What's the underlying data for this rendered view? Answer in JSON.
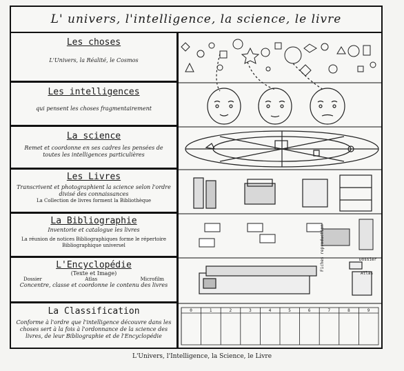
{
  "title": "L' univers, l'intelligence, la science, le livre",
  "sections": [
    {
      "heading": "Les choses",
      "text": "L'Univers, la Réalité, le Cosmos",
      "note": ""
    },
    {
      "heading": "Les intelligences",
      "text": "qui pensent les choses fragmentairement",
      "note": ""
    },
    {
      "heading": "La science",
      "text": "Remet et coordonne en ses cadres les pensées de toutes les intelligences particulières",
      "note": ""
    },
    {
      "heading": "Les Livres",
      "text": "Transcrivent et photographient la science selon l'ordre divisé des connaissances",
      "note": "La Collection de livres forment la Bibliothèque"
    },
    {
      "heading": "La Bibliographie",
      "text": "Inventorie et catalogue les livres",
      "note": "La réunion de notices Bibliographiques forme le répertoire Bibliographique universel"
    },
    {
      "heading": "L'Encyclopédie",
      "text": "Concentre, classe et coordonne le contenu des livres",
      "note": "(Texte et Image)"
    },
    {
      "heading": "La Classification",
      "text": "Conforme à l'ordre que l'intelligence découvre dans les choses sert à la fois à l'ordonnance de la science des livres, de leur Bibliographie et de l'Encyclopédie",
      "note": ""
    }
  ],
  "encyclopedie_labels": {
    "dossier": "Dossier",
    "atlas": "Atlas",
    "microfilm": "Microfilm"
  },
  "right_labels": {
    "dossier": "Dossier",
    "atlas": "Atlas",
    "fiches": "Fiches reproduction"
  },
  "classification_digits": [
    "0",
    "1",
    "2",
    "3",
    "4",
    "5",
    "6",
    "7",
    "8",
    "9"
  ],
  "caption": "L'Univers, l'Intelligence, la Science, le Livre"
}
